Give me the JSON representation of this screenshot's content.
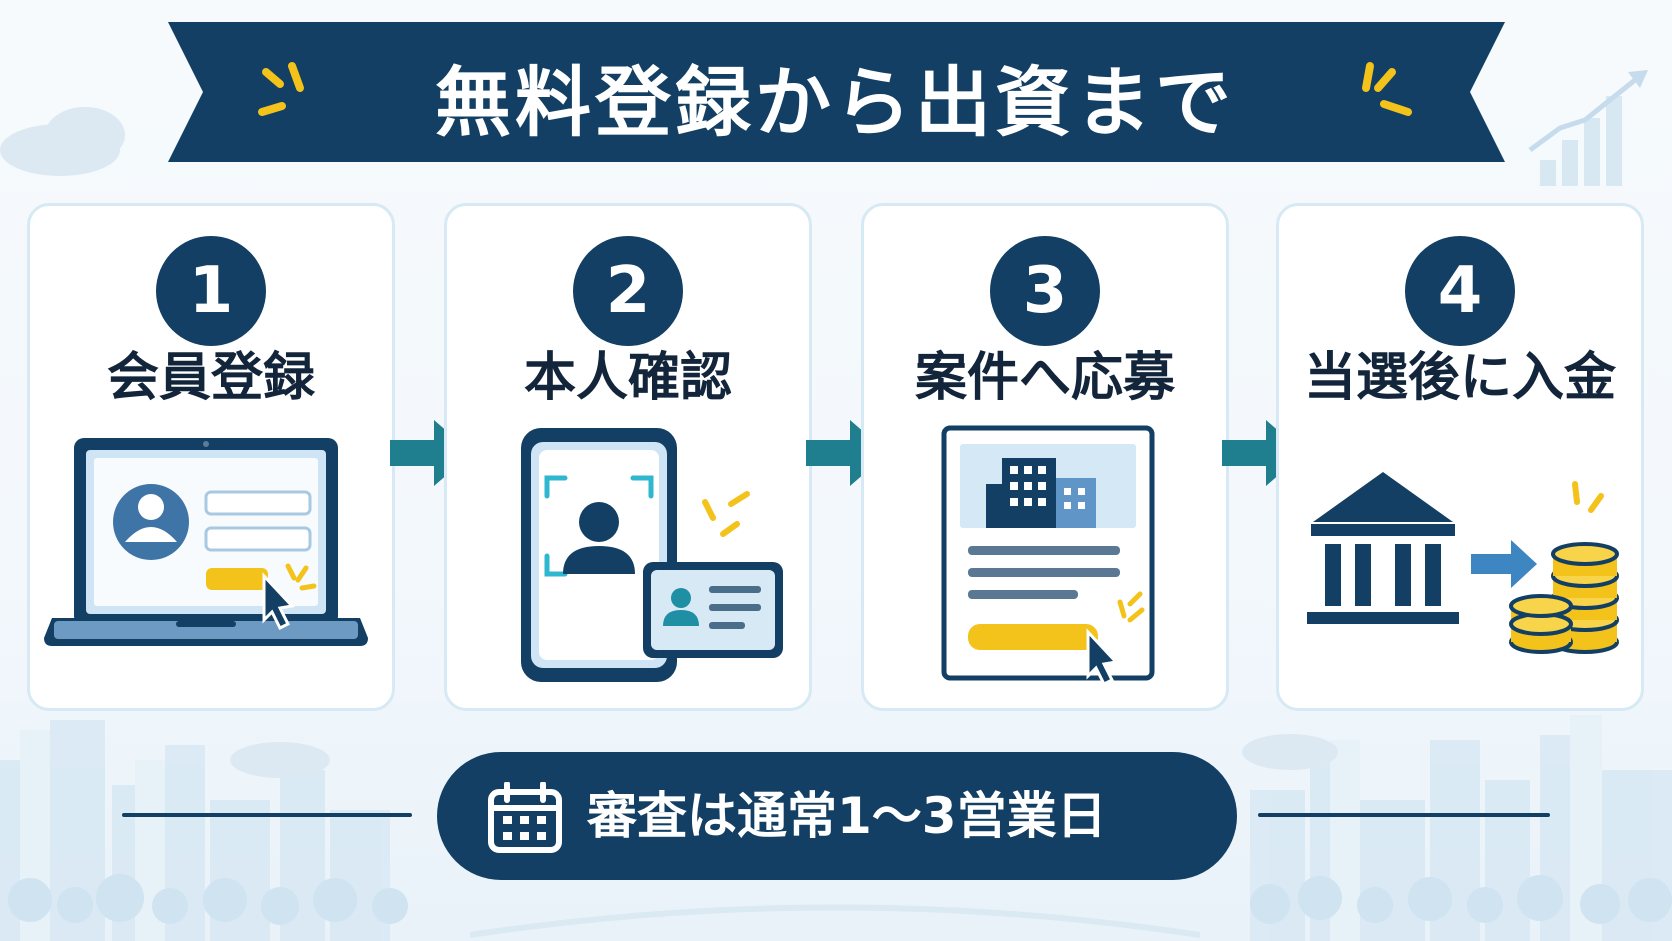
{
  "banner": {
    "title": "無料登録から出資まで"
  },
  "steps": [
    {
      "number": "1",
      "label": "会員登録"
    },
    {
      "number": "2",
      "label": "本人確認"
    },
    {
      "number": "3",
      "label": "案件へ応募"
    },
    {
      "number": "4",
      "label": "当選後に入金"
    }
  ],
  "note": {
    "text": "審査は通常1〜3営業日"
  },
  "colors": {
    "navy": "#123f63",
    "teal": "#1f7f8f",
    "yellow": "#f3c21b",
    "light_blue": "#d6e9f4"
  }
}
